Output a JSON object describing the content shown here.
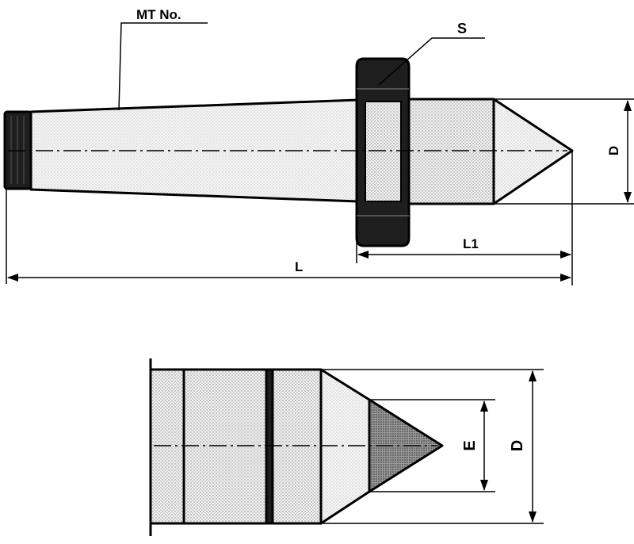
{
  "top_view": {
    "labels": {
      "taper": "MT No.",
      "wrench_size": "S",
      "diameter": "D",
      "length_front": "L1",
      "length_total": "L"
    }
  },
  "detail_view": {
    "labels": {
      "inner_diameter": "E",
      "outer_diameter": "D"
    }
  }
}
